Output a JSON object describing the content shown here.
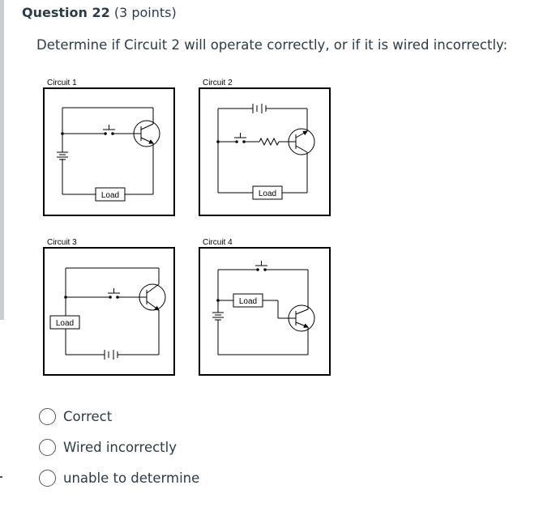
{
  "question": {
    "title": "Question 22",
    "points": "(3 points)",
    "prompt": "Determine if Circuit 2 will operate correctly, or if it is wired incorrectly:"
  },
  "diagram": {
    "circuit1_label": "Circuit 1",
    "circuit2_label": "Circuit 2",
    "circuit3_label": "Circuit 3",
    "circuit4_label": "Circuit 4",
    "load_label": "Load"
  },
  "answers": [
    {
      "label": "Correct"
    },
    {
      "label": "Wired incorrectly"
    },
    {
      "label": "unable to determine"
    }
  ]
}
